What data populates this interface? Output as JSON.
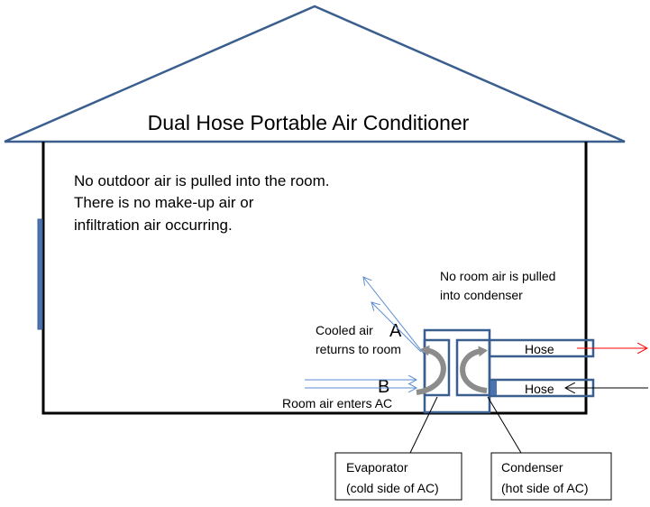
{
  "title": "Dual Hose Portable Air Conditioner",
  "room_note": [
    "No outdoor air is pulled into the room.",
    "There is no make-up air or",
    "infiltration air occurring."
  ],
  "condenser_note": [
    "No room air is pulled",
    "into condenser"
  ],
  "cooled_air": [
    "Cooled air",
    "returns to room"
  ],
  "label_a": "A",
  "label_b": "B",
  "room_air": "Room air enters AC",
  "hose_exhaust": "Hose",
  "hose_intake": "Hose",
  "evaporator": [
    "Evaporator",
    "(cold side of AC)"
  ],
  "condenser": [
    "Condenser",
    "(hot side of AC)"
  ],
  "colors": {
    "outline": "#3a5f8f",
    "wall": "#000000",
    "exhaust": "#ff0000",
    "airflow": "#5b8bd0",
    "curve": "#8c8c8c"
  }
}
